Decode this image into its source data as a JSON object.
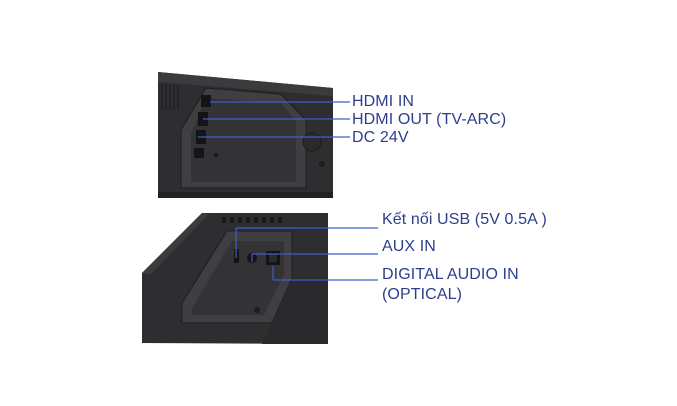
{
  "colors": {
    "label_text": "#2d3e8e",
    "leader_line": "#3a5fcd",
    "device_body": "#2e2e30",
    "device_panel": "#3b3b3d",
    "device_dark": "#1d1d1f",
    "background": "#ffffff"
  },
  "callouts": {
    "hdmi_in": "HDMI IN",
    "hdmi_out": "HDMI OUT (TV-ARC)",
    "dc_24v": "DC 24V",
    "usb": "Kết nối USB (5V 0.5A )",
    "aux_in": "AUX IN",
    "optical_line1": "DIGITAL AUDIO IN",
    "optical_line2": "(OPTICAL)"
  }
}
